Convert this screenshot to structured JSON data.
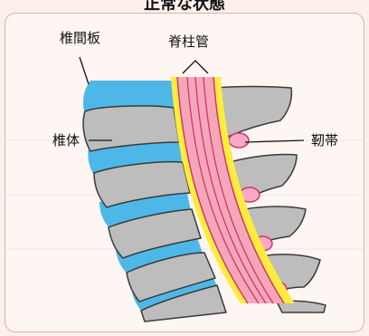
{
  "title": "正常な状態",
  "labels": {
    "intervertebral_disc": "椎間板",
    "spinal_canal": "脊柱管",
    "vertebral_body": "椎体",
    "ligament": "靭帯"
  },
  "colors": {
    "background": "#fdf6f3",
    "disc": "#4db8e8",
    "vertebra": "#bdbdbd",
    "vertebra_outline": "#3a3a3a",
    "canal_fill": "#f4a7b9",
    "canal_wall": "#ffec3d",
    "nerve_line": "#d6336c",
    "ligament": "#f7a9c6"
  }
}
